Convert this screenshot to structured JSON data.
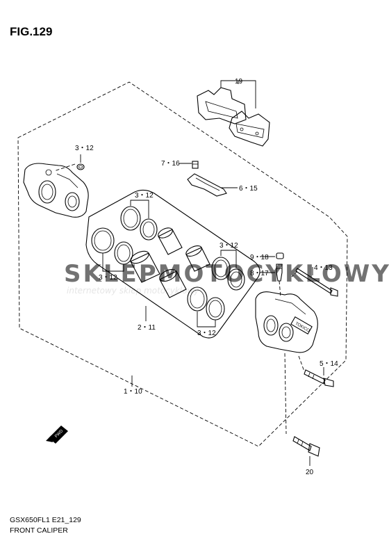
{
  "figure": {
    "title": "FIG.129",
    "model_code": "GSX650FL1 E21_129",
    "name": "FRONT CALIPER"
  },
  "watermark": {
    "main": "SKLEPMOTOCYKLOWY.PL",
    "sub": "internetowy sklep motocyklowy"
  },
  "callouts": {
    "pads": "19",
    "seal_left": "3・12",
    "pin_bolt": "7・16",
    "pad_spring": "6・15",
    "piston_set_top": "3・12",
    "piston_set_mid_right": "3・12",
    "piston_set_left": "3・12",
    "piston_set_bottom": "3・12",
    "bleeder_cap": "9・18",
    "bleeder_valve": "8・17",
    "pad_pin": "4・13",
    "piston_kit": "2・11",
    "bracket_bolt": "5・14",
    "caliper_assy": "1・10",
    "mount_bolt": "20"
  },
  "fwd_label": "FWD",
  "caliper_badge": "TOKICO"
}
